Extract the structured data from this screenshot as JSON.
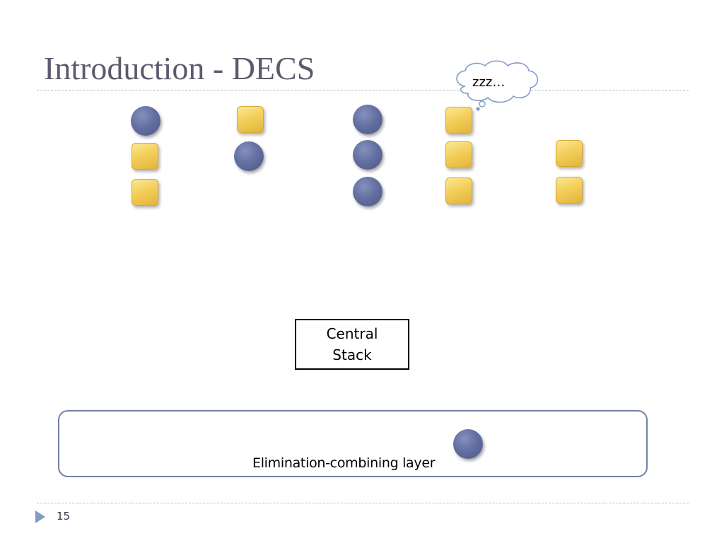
{
  "slide": {
    "title": "Introduction - DECS",
    "page_number": "15"
  },
  "thought_bubble": {
    "text": "zzz…"
  },
  "central_stack": {
    "label": "Central\nStack"
  },
  "elimination_layer": {
    "label": "Elimination-combining layer"
  },
  "colors": {
    "title": "#5b5b6e",
    "circle_fill": "#6470a2",
    "square_fill": "#f3cf5a",
    "layer_border": "#7480a8",
    "rule": "#a9bdd0",
    "marker": "#7f9cc4"
  },
  "threads": [
    {
      "shapes": [
        "circle",
        "square",
        "square"
      ]
    },
    {
      "shapes": [
        "square",
        "circle"
      ]
    },
    {
      "shapes": [
        "circle",
        "circle",
        "circle"
      ]
    },
    {
      "shapes": [
        "square",
        "square",
        "square"
      ]
    },
    {
      "shapes": [
        "square",
        "square"
      ]
    }
  ],
  "layer_tokens": [
    "circle"
  ]
}
